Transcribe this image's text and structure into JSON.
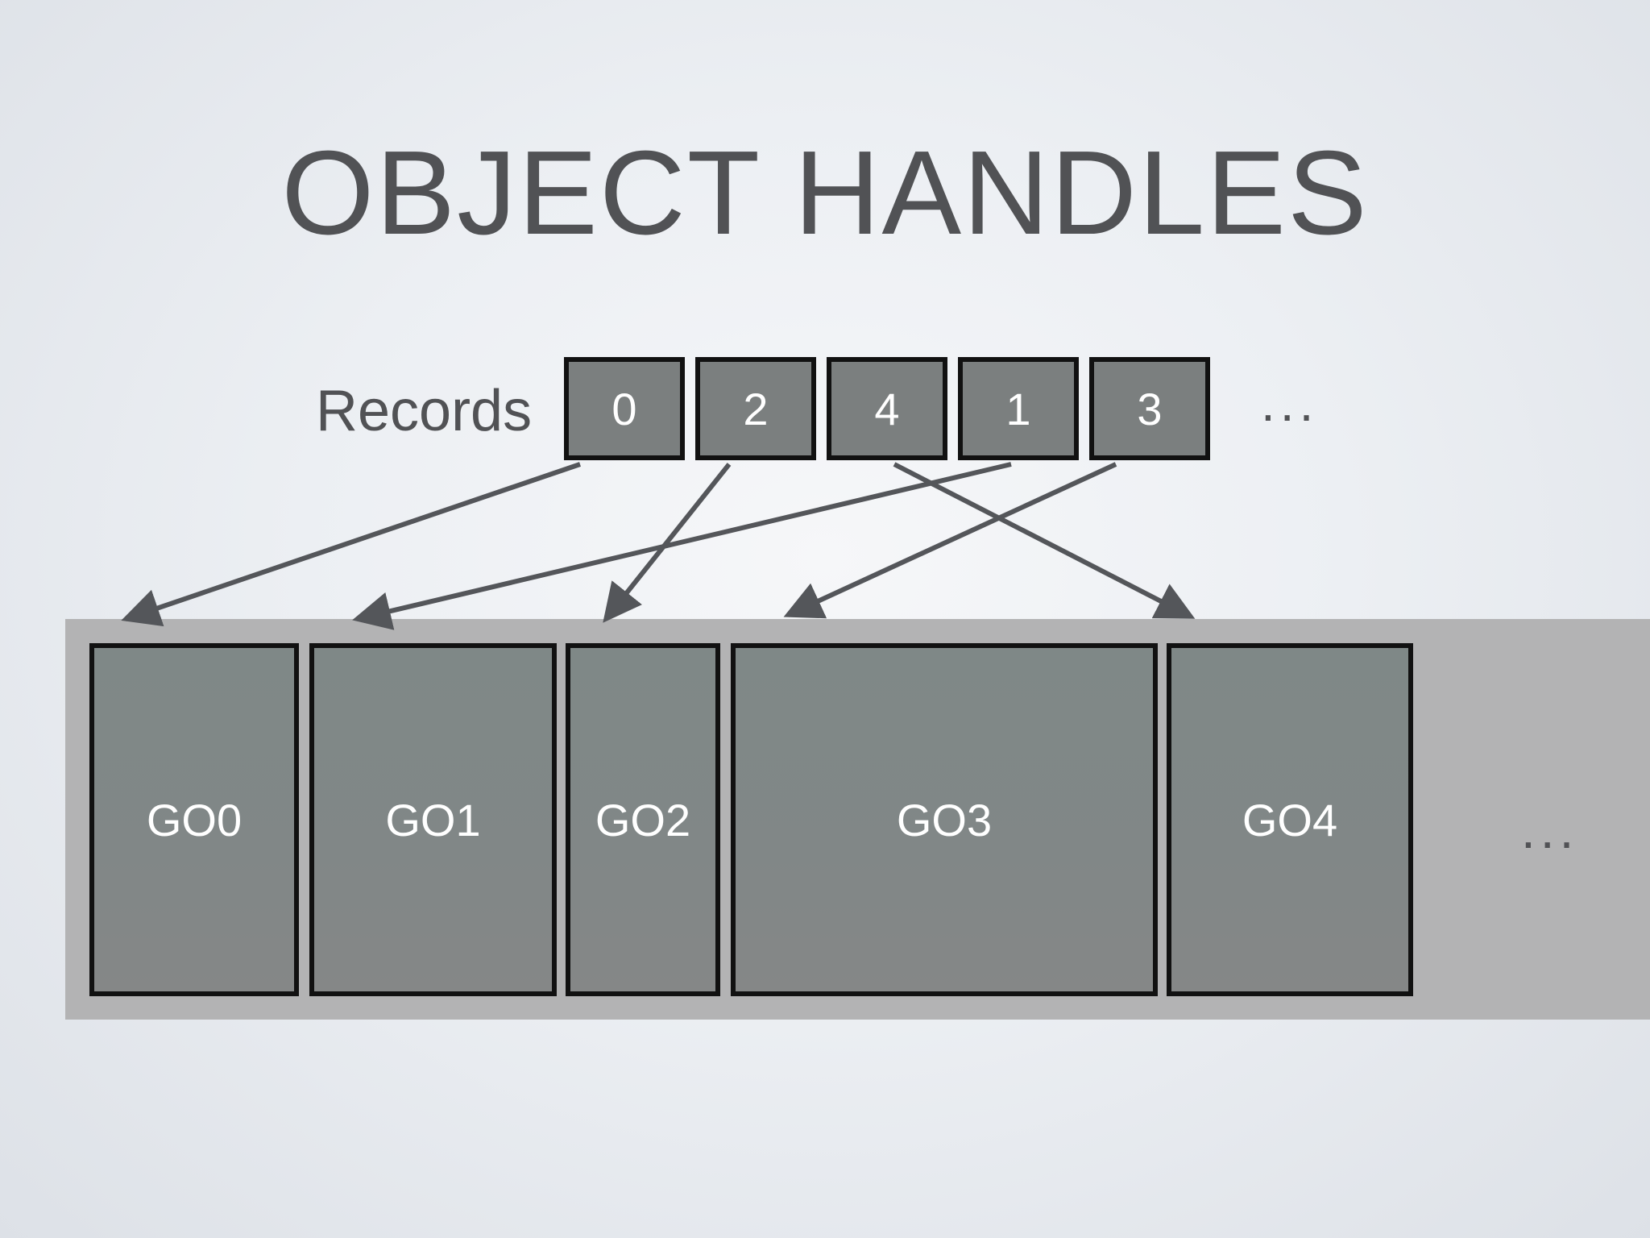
{
  "title": "OBJECT HANDLES",
  "records": {
    "label": "Records",
    "cells": [
      "0",
      "2",
      "4",
      "1",
      "3"
    ],
    "ellipsis": "..."
  },
  "game_objects": {
    "blocks": [
      "GO0",
      "GO1",
      "GO2",
      "GO3",
      "GO4"
    ],
    "ellipsis": "..."
  },
  "colors": {
    "text": "#515255",
    "cell_fill": "#7b7f7f",
    "block_fill": "#818787",
    "band": "#b3b3b4",
    "arrow": "#54565a"
  }
}
